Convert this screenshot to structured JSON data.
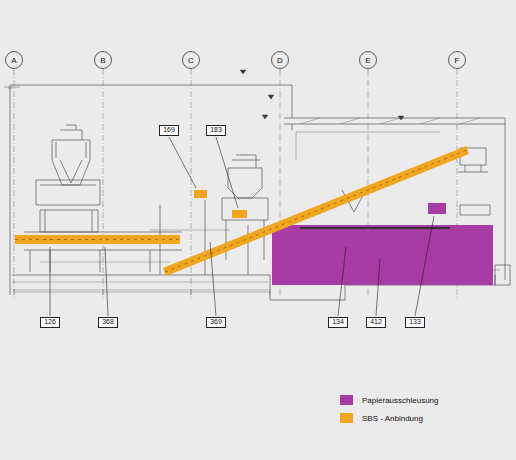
{
  "diagram": {
    "nodes": [
      {
        "text": [
          "A"
        ]
      },
      {
        "text": [
          "B"
        ]
      },
      {
        "text": [
          "C"
        ]
      },
      {
        "text": [
          "D"
        ]
      },
      {
        "text": [
          "E"
        ]
      },
      {
        "text": [
          "F"
        ]
      },
      {
        "text": [
          "169"
        ]
      },
      {
        "text": [
          "183"
        ]
      },
      {
        "text": [
          "126"
        ]
      },
      {
        "text": [
          "368"
        ]
      },
      {
        "text": [
          "369"
        ]
      },
      {
        "text": [
          "134"
        ]
      },
      {
        "text": [
          "412"
        ]
      },
      {
        "text": [
          "133"
        ]
      }
    ],
    "legend": [
      {
        "text": "Papierausschleusung",
        "color": "#a93ba4"
      },
      {
        "text": "SBS - Anbindung",
        "color": "#f2a620"
      }
    ]
  }
}
